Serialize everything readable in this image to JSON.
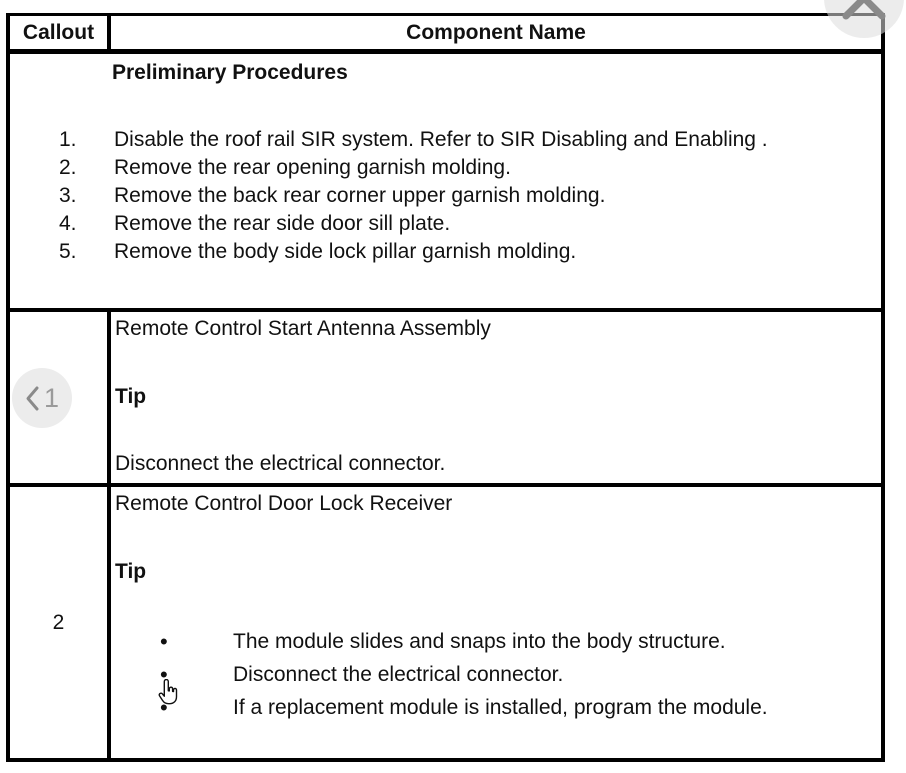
{
  "colors": {
    "background": "#ffffff",
    "table_border": "#000000",
    "text": "#111111",
    "overlay_circle": "#ececec",
    "overlay_glyph": "#8a8a8a",
    "back_number_gray": "#9a9a9a"
  },
  "icons": {
    "close": "x-icon",
    "back": "chevron-left-icon",
    "cursor": "hand-pointer-icon",
    "bullet": "•"
  },
  "table": {
    "header": {
      "callout": "Callout",
      "component_name": "Component Name"
    },
    "preliminary": {
      "title": "Preliminary Procedures",
      "steps": [
        {
          "num": "1.",
          "text": "Disable the roof rail SIR system. Refer to SIR Disabling and Enabling ."
        },
        {
          "num": "2.",
          "text": "Remove the rear opening garnish molding."
        },
        {
          "num": "3.",
          "text": "Remove the back rear corner upper garnish molding."
        },
        {
          "num": "4.",
          "text": "Remove the rear side door sill plate."
        },
        {
          "num": "5.",
          "text": "Remove the body side lock pillar garnish molding."
        }
      ]
    },
    "rows": [
      {
        "callout": "1",
        "title": "Remote Control Start Antenna Assembly",
        "tip_label": "Tip",
        "tip_text": "Disconnect the electrical connector."
      },
      {
        "callout": "2",
        "title": "Remote Control Door Lock Receiver",
        "tip_label": "Tip",
        "bullets": [
          "The module slides and snaps into the body structure.",
          "Disconnect the electrical connector.",
          "If a replacement module is installed, program the module."
        ]
      }
    ]
  }
}
